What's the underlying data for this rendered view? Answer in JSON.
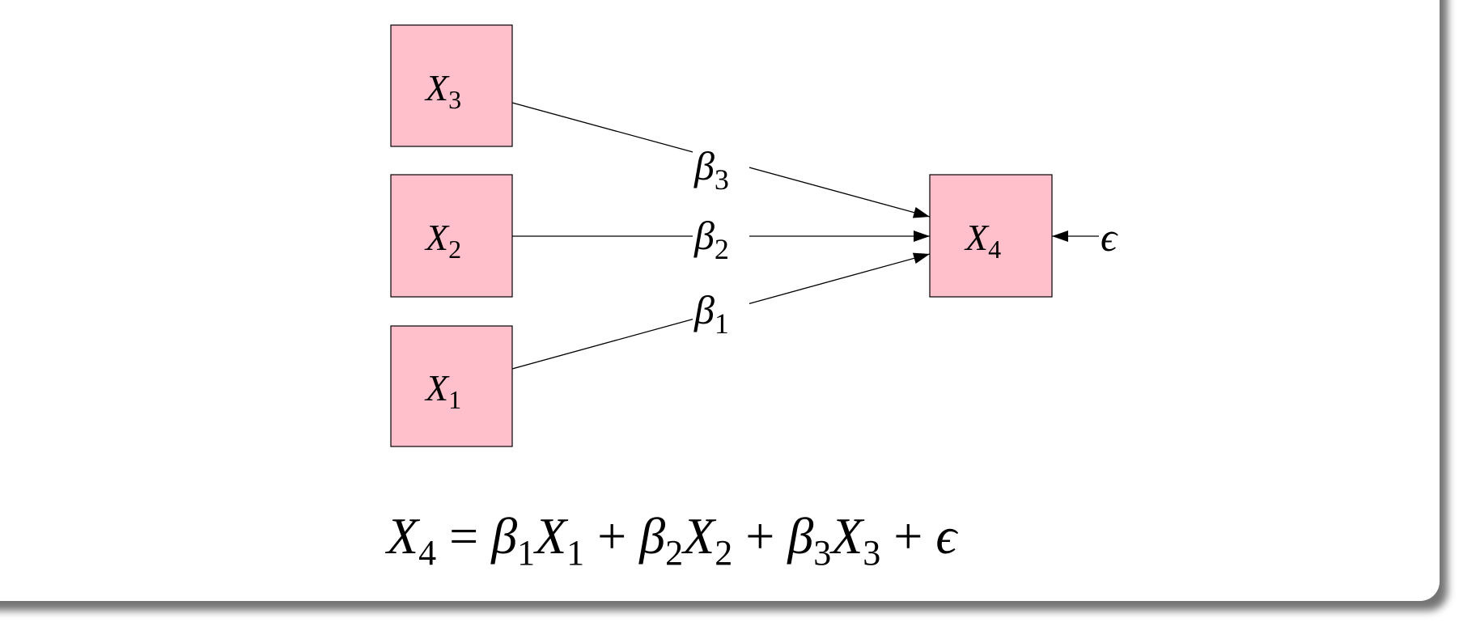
{
  "nodes": {
    "x1": {
      "label": "X",
      "sub": "1"
    },
    "x2": {
      "label": "X",
      "sub": "2"
    },
    "x3": {
      "label": "X",
      "sub": "3"
    },
    "x4": {
      "label": "X",
      "sub": "4"
    }
  },
  "edges": {
    "b1": {
      "label": "β",
      "sub": "1"
    },
    "b2": {
      "label": "β",
      "sub": "2"
    },
    "b3": {
      "label": "β",
      "sub": "3"
    },
    "eps": {
      "label": "ϵ"
    }
  },
  "equation": {
    "lhs": "X",
    "lhs_sub": "4",
    "eq": "=",
    "t1b": "β",
    "t1bs": "1",
    "t1x": "X",
    "t1xs": "1",
    "p1": "+",
    "t2b": "β",
    "t2bs": "2",
    "t2x": "X",
    "t2xs": "2",
    "p2": "+",
    "t3b": "β",
    "t3bs": "3",
    "t3x": "X",
    "t3xs": "3",
    "p3": "+",
    "eps": "ϵ"
  },
  "colors": {
    "node_fill": "#ffc0cb",
    "stroke": "#000000"
  }
}
